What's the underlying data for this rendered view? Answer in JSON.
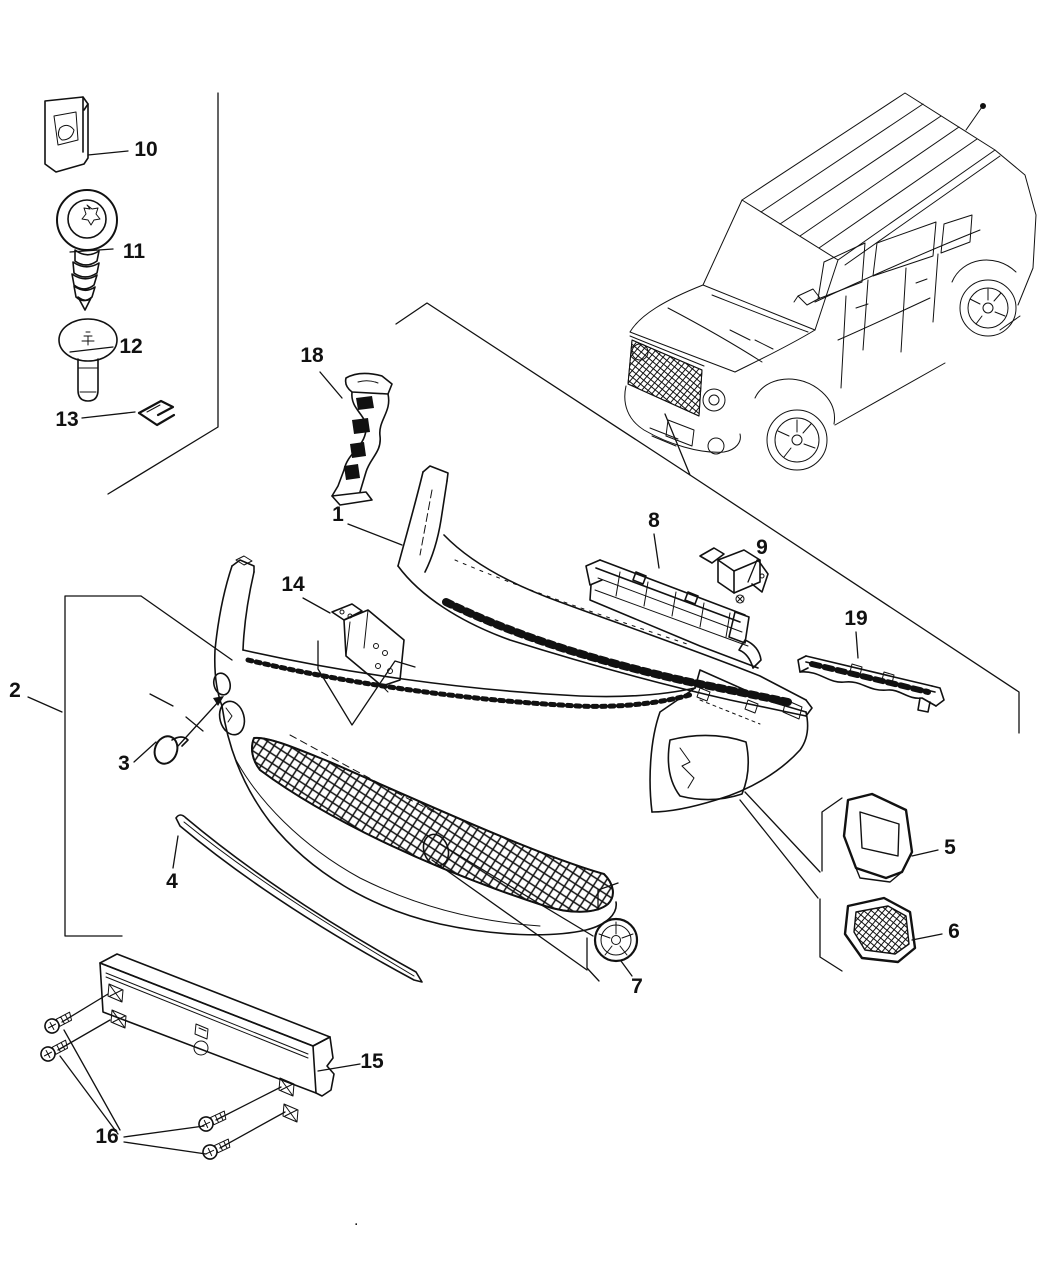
{
  "diagram": {
    "colors": {
      "background": "#ffffff",
      "ink": "#111111"
    },
    "callouts": [
      {
        "num": "10",
        "part": "retainer-clip-nut"
      },
      {
        "num": "11",
        "part": "washer-head-screw"
      },
      {
        "num": "12",
        "part": "push-pin-retainer"
      },
      {
        "num": "13",
        "part": "u-clip"
      },
      {
        "num": "18",
        "part": "side-support-bracket"
      },
      {
        "num": "1",
        "part": "bumper-upper-reinforcement"
      },
      {
        "num": "8",
        "part": "grille-opening-support"
      },
      {
        "num": "9",
        "part": "sensor-bracket"
      },
      {
        "num": "14",
        "part": "mounting-bracket"
      },
      {
        "num": "19",
        "part": "side-rail-bracket"
      },
      {
        "num": "2",
        "part": "front-bumper-fascia"
      },
      {
        "num": "3",
        "part": "tow-hook-cover"
      },
      {
        "num": "4",
        "part": "lower-trim-strip"
      },
      {
        "num": "5",
        "part": "fog-lamp-bezel-open"
      },
      {
        "num": "6",
        "part": "fog-lamp-bezel-mesh"
      },
      {
        "num": "7",
        "part": "emblem-cover"
      },
      {
        "num": "15",
        "part": "license-plate-bracket"
      },
      {
        "num": "16",
        "part": "license-plate-screws"
      }
    ],
    "footer_mark": "."
  }
}
